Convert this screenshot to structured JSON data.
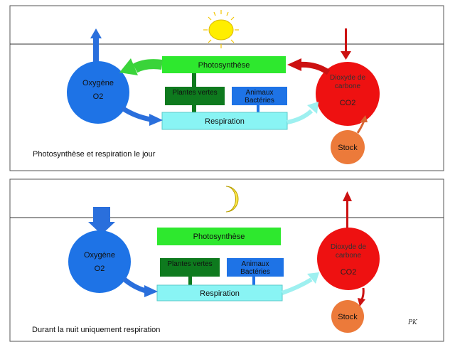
{
  "colors": {
    "oxygen": "#1e73e6",
    "co2": "#ee1111",
    "stock": "#ec7a3a",
    "photosynthesis": "#2ee82e",
    "plants": "#0e7a1e",
    "animals": "#1e73e6",
    "respiration": "#89f4f4",
    "sun": "#ffee00",
    "moon": "#ffe84a",
    "arrow_blue": "#2a6fdc",
    "arrow_red": "#cc1111",
    "arrow_green": "#3ad43a",
    "arrow_cyan": "#9ef0f0",
    "stock_arrow": "#d86430"
  },
  "day": {
    "oxygen_name": "Oxygène",
    "oxygen_formula": "O2",
    "co2_line1": "Dioxyde de",
    "co2_line2": "carbone",
    "co2_formula": "CO2",
    "stock": "Stock",
    "photosynthesis": "Photosynthèse",
    "plants": "Plantes vertes",
    "animals_line1": "Animaux",
    "animals_line2": "Bactéries",
    "respiration": "Respiration",
    "caption": "Photosynthèse et respiration le jour",
    "celestial_icon": "sun-icon"
  },
  "night": {
    "oxygen_name": "Oxygène",
    "oxygen_formula": "O2",
    "co2_line1": "Dioxyde de",
    "co2_line2": "carbone",
    "co2_formula": "CO2",
    "stock": "Stock",
    "photosynthesis": "Photosynthèse",
    "plants": "Plantes vertes",
    "animals_line1": "Animaux",
    "animals_line2": "Bactéries",
    "respiration": "Respiration",
    "caption": "Durant la nuit uniquement respiration",
    "celestial_icon": "moon-icon",
    "signature": "PK"
  }
}
